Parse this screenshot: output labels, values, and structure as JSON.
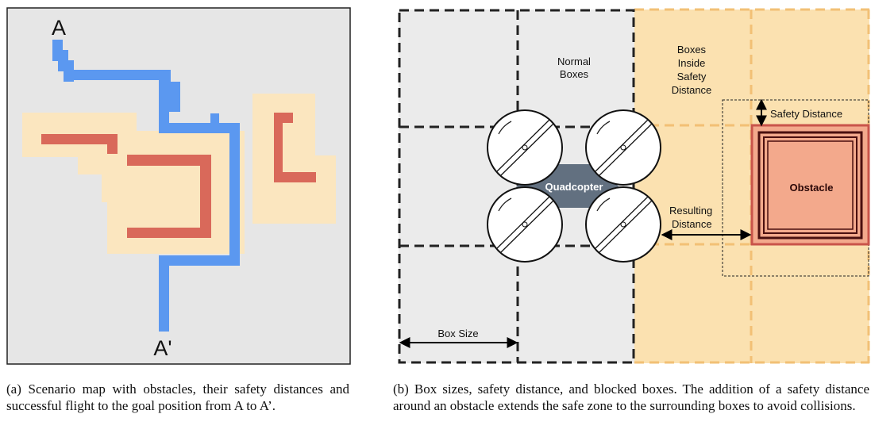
{
  "left_figure": {
    "start_label": "A",
    "goal_label": "A'",
    "colors": {
      "background": "#e6e6e6",
      "safety_zone": "#fbe6bf",
      "obstacle": "#d9695a",
      "flight_path": "#5b98f0"
    }
  },
  "right_figure": {
    "labels": {
      "normal_boxes": [
        "Normal",
        "Boxes"
      ],
      "inside_safety": [
        "Boxes",
        "Inside",
        "Safety",
        "Distance"
      ],
      "safety_distance": "Safety Distance",
      "quadcopter": "Quadcopter",
      "obstacle": "Obstacle",
      "resulting_distance": [
        "Resulting",
        "Distance"
      ],
      "box_size": "Box Size"
    },
    "colors": {
      "normal_box_bg": "#ebebeb",
      "safety_box_bg": "#fbe1b0",
      "obstacle_fill": "#f3a98c",
      "obstacle_border": "#4a0f0f",
      "quadcopter_body": "#627080"
    }
  },
  "captions": {
    "a": "(a) Scenario map with obstacles, their safety distances and successful flight to the goal position from A to A’.",
    "b": "(b) Box sizes, safety distance, and blocked boxes. The addition of a safety distance around an obstacle extends the safe zone to the surrounding boxes to avoid collisions."
  }
}
